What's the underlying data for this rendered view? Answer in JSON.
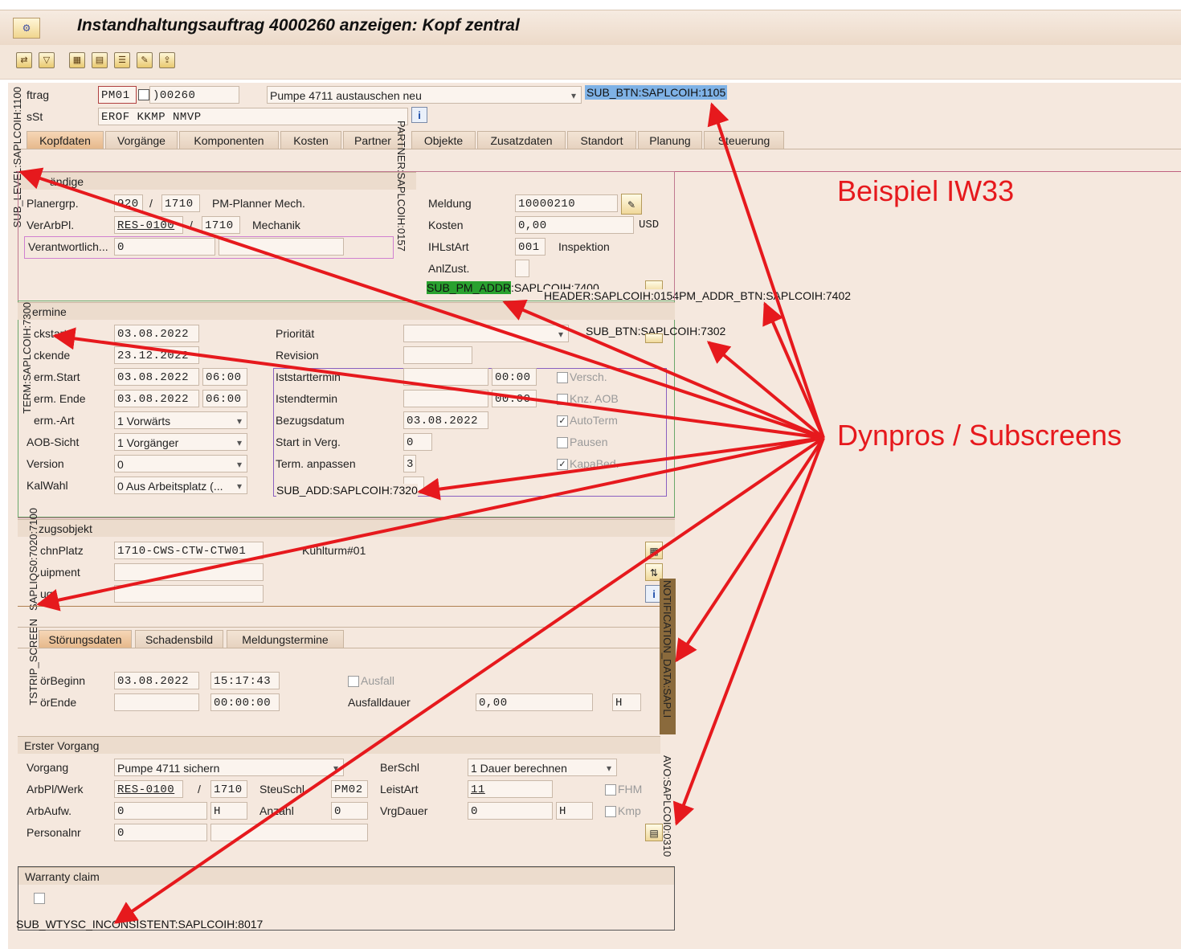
{
  "window": {
    "title": "Instandhaltungsauftrag 4000260 anzeigen: Kopf zentral"
  },
  "header": {
    "auftrag_label": "ftrag",
    "auftragsart": "PM01",
    "auftrag_nr": ")00260",
    "kurztext": "Pumpe 4711 austauschen neu",
    "status_label": "sSt",
    "status_value": "EROF KKMP NMVP"
  },
  "tabs": [
    "Kopfdaten",
    "Vorgänge",
    "Komponenten",
    "Kosten",
    "Partner",
    "Objekte",
    "Zusatzdaten",
    "Standort",
    "Planung",
    "Steuerung"
  ],
  "verantwortliche": {
    "title": "ändige",
    "planergrp_label": "Planergrp.",
    "planergrp_value": "920",
    "planergrp_werk": "1710",
    "planergrp_text": "PM-Planner Mech.",
    "verarbpl_label": "VerArbPl.",
    "verarbpl_value": "RES-0100",
    "verarbpl_werk": "1710",
    "verarbpl_text": "Mechanik",
    "verantw_label": "Verantwortlich...",
    "verantw_value": "0",
    "sep": "/"
  },
  "meldung": {
    "meldung_label": "Meldung",
    "meldung_value": "10000210",
    "kosten_label": "Kosten",
    "kosten_value": "0,00",
    "kosten_waehrung": "USD",
    "ihlstart_label": "IHLstArt",
    "ihlstart_value": "001",
    "ihlstart_text": "Inspektion",
    "anlzust_label": "AnlZust."
  },
  "termine": {
    "title": "ermine",
    "eckstart_label": "ckstart",
    "eckstart_value": "03.08.2022",
    "eckende_label": "ckende",
    "eckende_value": "23.12.2022",
    "termstart_label": "erm.Start",
    "termstart_date": "03.08.2022",
    "termstart_time": "06:00",
    "termende_label": "erm. Ende",
    "termende_date": "03.08.2022",
    "termende_time": "06:00",
    "termart_label": "erm.-Art",
    "termart_value": "1 Vorwärts",
    "aobsicht_label": "AOB-Sicht",
    "aobsicht_value": "1 Vorgänger",
    "version_label": "Version",
    "version_value": "0",
    "kalwahl_label": "KalWahl",
    "kalwahl_value": "0 Aus Arbeitsplatz  (...",
    "prioritaet_label": "Priorität",
    "revision_label": "Revision",
    "iststart_label": "Iststarttermin",
    "iststart_time": "00:00",
    "istende_label": "Istendtermin",
    "istende_time": "00:00",
    "bezugsdatum_label": "Bezugsdatum",
    "bezugsdatum_value": "03.08.2022",
    "startverg_label": "Start in Verg.",
    "startverg_value": "0",
    "termanpassen_label": "Term. anpassen",
    "termanpassen_value": "3",
    "versch_label": "Versch.",
    "knzaob_label": "Knz. AOB",
    "autoterm_label": "AutoTerm",
    "pausen_label": "Pausen",
    "kapabed_label": "KapaBed."
  },
  "bezugsobjekt": {
    "title": "zugsobjekt",
    "techplatz_label": "chnPlatz",
    "techplatz_value": "1710-CWS-CTW-CTW01",
    "techplatz_text": "Kühlturm#01",
    "equipment_label": "uipment",
    "baugruppe_label": "ugr"
  },
  "meldungstabs": [
    "Störungsdaten",
    "Schadensbild",
    "Meldungstermine"
  ],
  "stoerung": {
    "beginn_label": "örBeginn",
    "beginn_date": "03.08.2022",
    "beginn_time": "15:17:43",
    "ende_label": "örEnde",
    "ende_time": "00:00:00",
    "ausfall_label": "Ausfall",
    "ausfalldauer_label": "Ausfalldauer",
    "ausfalldauer_value": "0,00",
    "ausfalldauer_unit": "H"
  },
  "vorgang": {
    "title": "Erster Vorgang",
    "vorgang_label": "Vorgang",
    "vorgang_value": "Pumpe 4711 sichern",
    "arbpl_label": "ArbPl/Werk",
    "arbpl_value": "RES-0100",
    "arbpl_werk": "1710",
    "arbaufw_label": "ArbAufw.",
    "arbaufw_value": "0",
    "arbaufw_unit": "H",
    "personalnr_label": "Personalnr",
    "personalnr_value": "0",
    "steuschl_label": "SteuSchl",
    "steuschl_value": "PM02",
    "anzahl_label": "Anzahl",
    "anzahl_value": "0",
    "berschl_label": "BerSchl",
    "berschl_value": "1 Dauer berechnen",
    "leistart_label": "LeistArt",
    "leistart_value": "11",
    "vrgdauer_label": "VrgDauer",
    "vrgdauer_value": "0",
    "vrgdauer_unit": "H",
    "fhm_label": "FHM",
    "kmp_label": "Kmp"
  },
  "warranty": {
    "title": "Warranty claim"
  },
  "annotations": {
    "sub_level": "SUB_LEVEL:SAPLCOIH:1100",
    "sub_btn_1105": "SUB_BTN:SAPLCOIH:1105",
    "partner": "PARTNER:SAPLCOIH:0157",
    "sub_pm_addr": "SUB_PM_ADDR",
    "sub_pm_addr_rest": ":SAPLCOIH:7400",
    "header_0154": "HEADER:SAPLCOIH:0154",
    "pm_addr_btn": "PM_ADDR_BTN:SAPLCOIH:7402",
    "sub_btn_7302": "SUB_BTN:SAPLCOIH:7302",
    "term": "TERM:SAPLCOIH:7300",
    "sub_add": "SUB_ADD:SAPLCOIH:7320",
    "iloa": "SAPLIQS0:7020:7100",
    "tstrip": "TSTRIP_SCREEN",
    "notification": "NOTIFICATION_DATA:SAPLI",
    "avo": "AVO:SAPLCOI0:0310",
    "sub_wtysc": "SUB_WTYSC_INCONSISTENT:SAPLCOIH:8017",
    "beispiel": "Beispiel IW33",
    "dynpros": "Dynpros / Subscreens"
  },
  "colors": {
    "arrow": "#e6191d",
    "sub_btn_bg": "#7fb2e6",
    "sub_pm_addr_bg": "#2aa12f",
    "notification_bg": "#8a6a3c"
  },
  "icons": [
    "display-icon",
    "toolbar-icons",
    "info-icon",
    "address-icon",
    "hierarchy-icon",
    "structure-icon"
  ]
}
